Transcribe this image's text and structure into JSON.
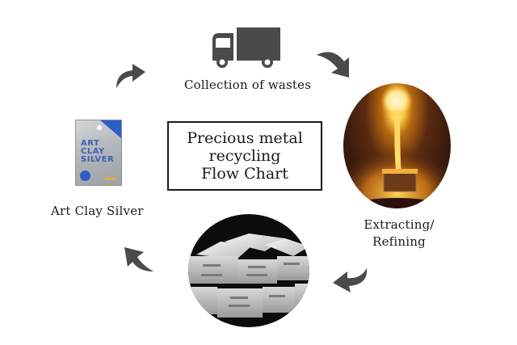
{
  "title": {
    "lines": [
      "Precious metal",
      "recycling",
      "Flow Chart"
    ]
  },
  "steps": [
    {
      "id": "collection",
      "label": "Collection of wastes",
      "icon": "truck-icon"
    },
    {
      "id": "extracting",
      "label_lines": [
        "Extracting/",
        "Refining"
      ],
      "image": "molten-metal-pour-photo"
    },
    {
      "id": "ingots",
      "image": "silver-ingots-photo"
    },
    {
      "id": "art-clay",
      "label": "Art Clay Silver",
      "image": "art-clay-silver-package-photo",
      "package_text": [
        "ART",
        "CLAY",
        "SILVER"
      ]
    }
  ],
  "arrows": [
    "arrow-to-collection",
    "arrow-to-extracting",
    "arrow-to-ingots",
    "arrow-to-art-clay"
  ],
  "colors": {
    "icon_gray": "#4a4a4a",
    "border": "#1a1a1a",
    "package_blue": "#2a5fc7",
    "package_silver": "#b9bcbf"
  }
}
